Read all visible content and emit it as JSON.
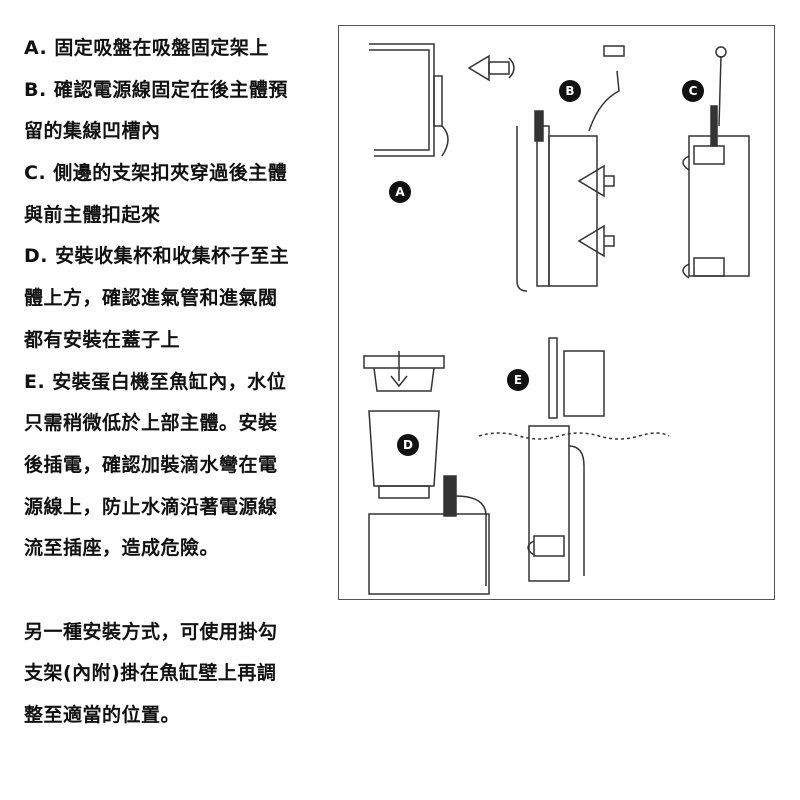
{
  "instructions": {
    "lines": [
      "A. 固定吸盤在吸盤固定架上",
      "B. 確認電源線固定在後主體預",
      "留的集線凹槽內",
      "C. 側邊的支架扣夾穿過後主體",
      "與前主體扣起來",
      "D. 安裝收集杯和收集杯子至主",
      "體上方，確認進氣管和進氣閥",
      "都有安裝在蓋子上",
      "E. 安裝蛋白機至魚缸內，水位",
      "只需稍微低於上部主體。安裝",
      "後插電，確認加裝滴水彎在電",
      "源線上，防止水滴沿著電源線",
      "流至插座，造成危險。"
    ],
    "alternative": [
      "另一種安裝方式，可使用掛勾",
      "支架(內附)掛在魚缸壁上再調",
      "整至適當的位置。"
    ]
  },
  "diagram": {
    "labels": [
      "A",
      "B",
      "C",
      "D",
      "E"
    ]
  }
}
